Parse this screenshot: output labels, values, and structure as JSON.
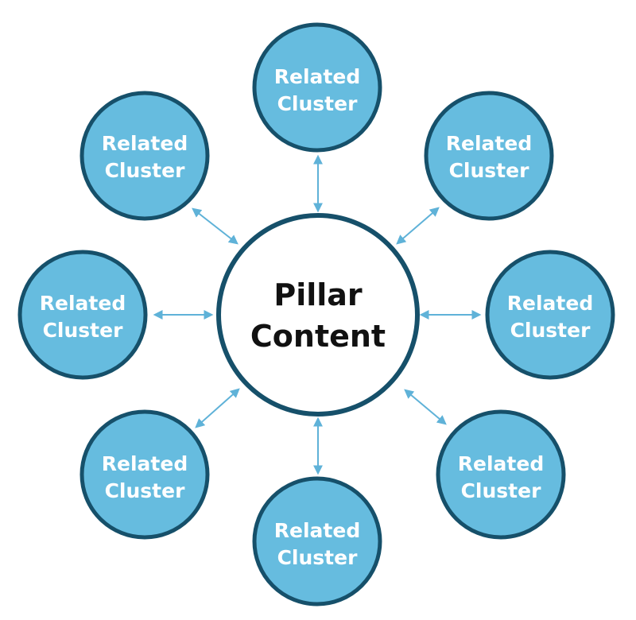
{
  "center": {
    "line1": "Pillar",
    "line2": "Content"
  },
  "nodes": [
    {
      "line1": "Related",
      "line2": "Cluster"
    },
    {
      "line1": "Related",
      "line2": "Cluster"
    },
    {
      "line1": "Related",
      "line2": "Cluster"
    },
    {
      "line1": "Related",
      "line2": "Cluster"
    },
    {
      "line1": "Related",
      "line2": "Cluster"
    },
    {
      "line1": "Related",
      "line2": "Cluster"
    },
    {
      "line1": "Related",
      "line2": "Cluster"
    },
    {
      "line1": "Related",
      "line2": "Cluster"
    }
  ],
  "colors": {
    "node_fill": "#66BCDF",
    "node_stroke": "#16506A",
    "node_text": "#FFFFFF",
    "center_fill": "#FFFFFF",
    "center_stroke": "#16506A",
    "center_text": "#111111",
    "arrow": "#5FB2D8"
  }
}
